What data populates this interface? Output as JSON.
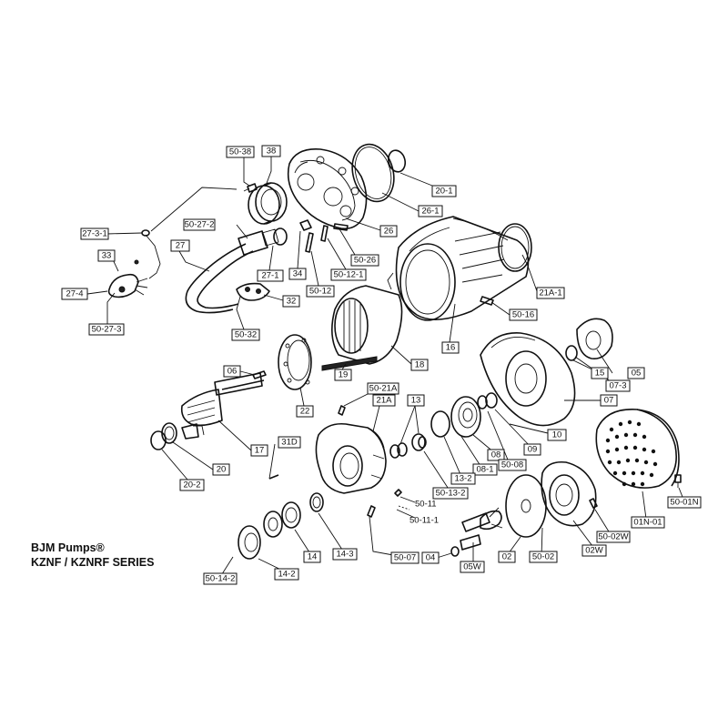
{
  "brand": {
    "line1": "BJM Pumps®",
    "line2": "KZNF / KZNRF SERIES"
  },
  "callouts": {
    "c50_38": "50-38",
    "c38": "38",
    "c20_1": "20-1",
    "c26_1": "26-1",
    "c26": "26",
    "c27_3_1": "27-3-1",
    "c50_27_2": "50-27-2",
    "c27": "27",
    "c33": "33",
    "c27_4": "27-4",
    "c50_27_3": "50-27-3",
    "c27_1": "27-1",
    "c34": "34",
    "c50_12": "50-12",
    "c50_12_1": "50-12-1",
    "c50_26": "50-26",
    "c32": "32",
    "c50_32": "50-32",
    "c21A_1": "21A-1",
    "c50_16": "50-16",
    "c16": "16",
    "c18": "18",
    "c19": "19",
    "c22": "22",
    "c06": "06",
    "c17": "17",
    "c20": "20",
    "c20_2": "20-2",
    "c50_21A": "50-21A",
    "c21A": "21A",
    "c13": "13",
    "c05": "05",
    "c15": "15",
    "c07_3": "07-3",
    "c07": "07",
    "c10": "10",
    "c09": "09",
    "c08": "08",
    "c50_08": "50-08",
    "c08_1": "08-1",
    "c13_2": "13-2",
    "c50_13_2": "50-13-2",
    "c31D": "31D",
    "c50_11": "50-11",
    "c50_11_1": "50-11-1",
    "c50_07": "50-07",
    "c04": "04",
    "c05W": "05W",
    "c02": "02",
    "c50_02": "50-02",
    "c02W": "02W",
    "c50_02W": "50-02W",
    "c01N_01": "01N-01",
    "c50_01N": "50-01N",
    "c14": "14",
    "c14_3": "14-3",
    "c14_2": "14-2",
    "c50_14_2": "50-14-2"
  }
}
